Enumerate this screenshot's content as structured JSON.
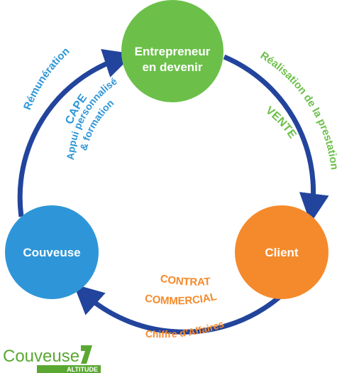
{
  "colors": {
    "green": "#6cc04a",
    "blue": "#2e96d8",
    "orange": "#f58a2c",
    "arrow": "#22449c",
    "logo_green": "#5aa832"
  },
  "nodes": {
    "entrepreneur": {
      "line1": "Entrepreneur",
      "line2": "en devenir"
    },
    "couveuse": {
      "label": "Couveuse"
    },
    "client": {
      "label": "Client"
    }
  },
  "edges": {
    "left": {
      "outer": "Rémunération",
      "title": "CAPE",
      "line1": "Appui personnalisé",
      "line2": "& formation"
    },
    "right": {
      "outer": "Réalisation de la prestation",
      "inner": "VENTE"
    },
    "bottom": {
      "line1": "CONTRAT",
      "line2": "COMMERCIAL",
      "outer": "Chiffre d’Affaires"
    }
  },
  "logo": {
    "word": "Couveuse",
    "sub": "ALTITUDE"
  }
}
